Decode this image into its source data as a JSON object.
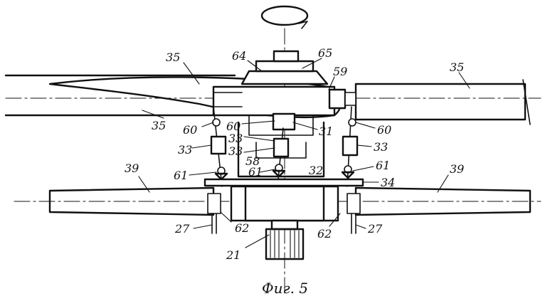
{
  "caption": "Фиг. 5",
  "labels": {
    "l35a": "35",
    "l35b": "35",
    "l35c": "35",
    "l64": "64",
    "l65": "65",
    "l59": "59",
    "l60a": "60",
    "l60b": "60",
    "l60c": "60",
    "l31": "31",
    "l33a": "33",
    "l33b": "33",
    "l33c": "33",
    "l33d": "33",
    "l58": "58",
    "l39a": "39",
    "l39b": "39",
    "l61a": "61",
    "l61b": "61",
    "l61c": "61",
    "l32": "32",
    "l34": "34",
    "l27a": "27",
    "l27b": "27",
    "l62a": "62",
    "l62b": "62",
    "l21": "21"
  }
}
